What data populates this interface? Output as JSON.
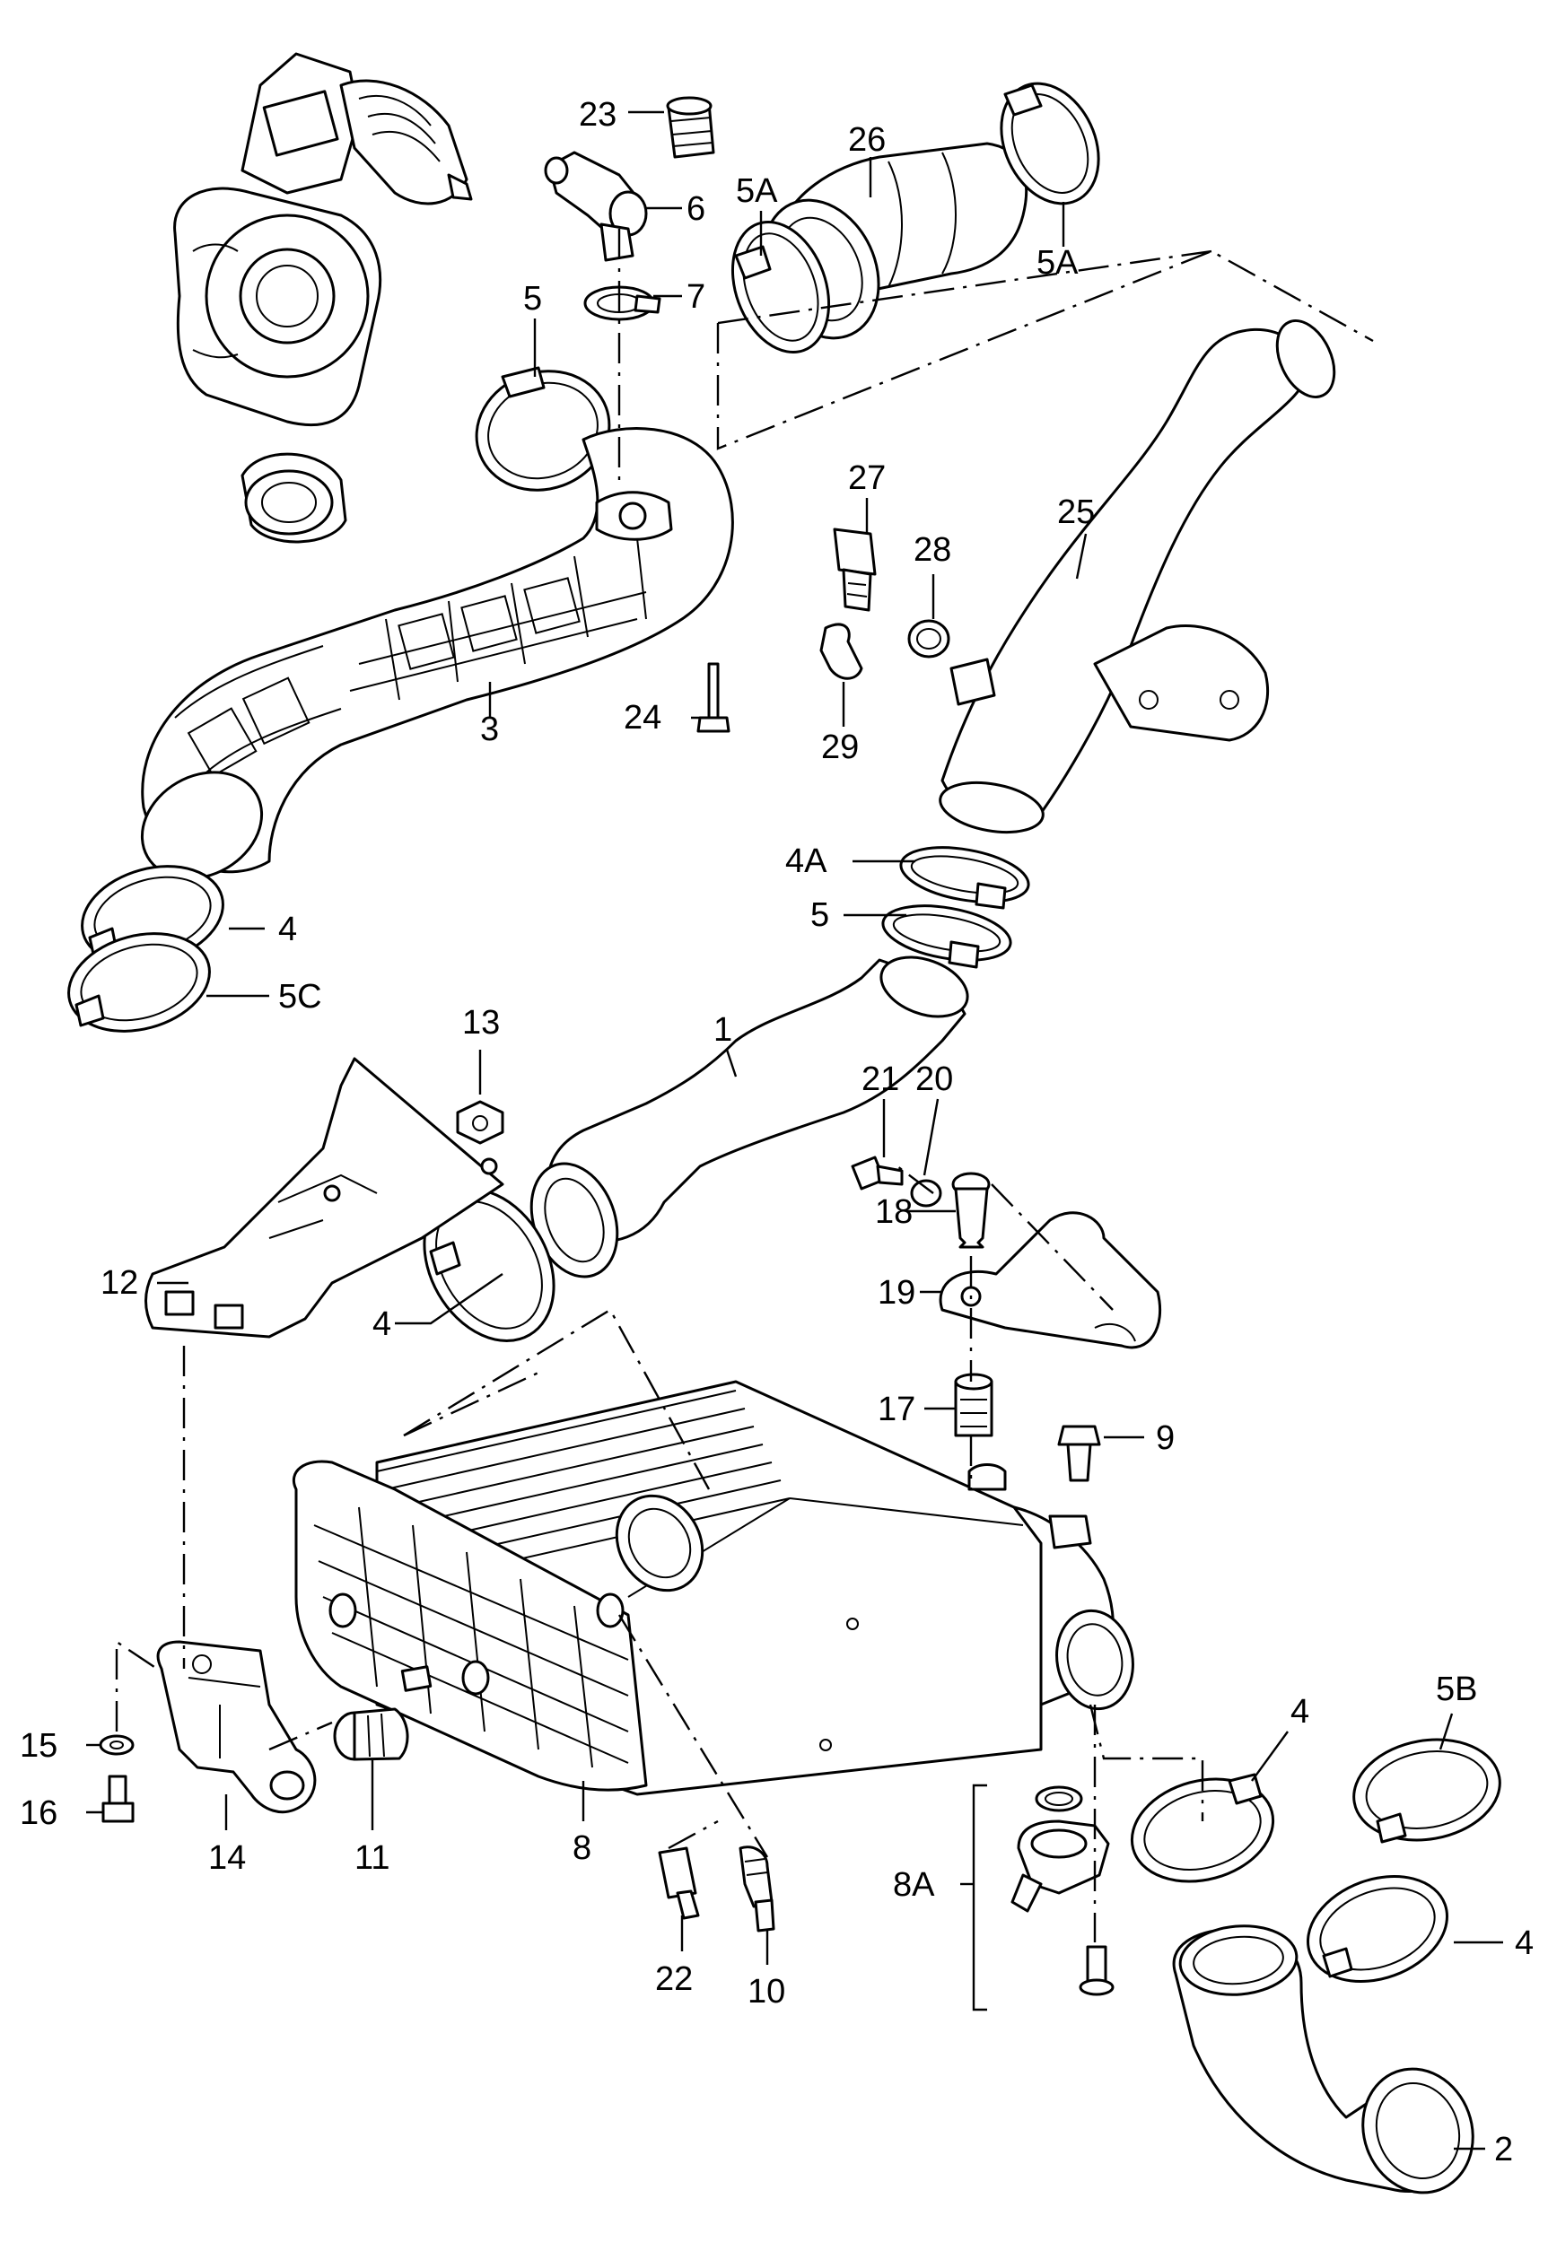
{
  "callouts": [
    {
      "id": "c23",
      "text": "23"
    },
    {
      "id": "c26",
      "text": "26"
    },
    {
      "id": "c6",
      "text": "6"
    },
    {
      "id": "c5A_top",
      "text": "5A"
    },
    {
      "id": "c5A_right",
      "text": "5A"
    },
    {
      "id": "c7",
      "text": "7"
    },
    {
      "id": "c5_top",
      "text": "5"
    },
    {
      "id": "c27",
      "text": "27"
    },
    {
      "id": "c28",
      "text": "28"
    },
    {
      "id": "c25",
      "text": "25"
    },
    {
      "id": "c24",
      "text": "24"
    },
    {
      "id": "c3",
      "text": "3"
    },
    {
      "id": "c29",
      "text": "29"
    },
    {
      "id": "c4A",
      "text": "4A"
    },
    {
      "id": "c5_mid",
      "text": "5"
    },
    {
      "id": "c4_left",
      "text": "4"
    },
    {
      "id": "c5C",
      "text": "5C"
    },
    {
      "id": "c13",
      "text": "13"
    },
    {
      "id": "c1",
      "text": "1"
    },
    {
      "id": "c21",
      "text": "21"
    },
    {
      "id": "c20",
      "text": "20"
    },
    {
      "id": "c18",
      "text": "18"
    },
    {
      "id": "c12",
      "text": "12"
    },
    {
      "id": "c19",
      "text": "19"
    },
    {
      "id": "c4_mid",
      "text": "4"
    },
    {
      "id": "c17",
      "text": "17"
    },
    {
      "id": "c9",
      "text": "9"
    },
    {
      "id": "c15",
      "text": "15"
    },
    {
      "id": "c16",
      "text": "16"
    },
    {
      "id": "c14",
      "text": "14"
    },
    {
      "id": "c11",
      "text": "11"
    },
    {
      "id": "c8",
      "text": "8"
    },
    {
      "id": "c22",
      "text": "22"
    },
    {
      "id": "c10",
      "text": "10"
    },
    {
      "id": "c8A",
      "text": "8A"
    },
    {
      "id": "c4_right",
      "text": "4"
    },
    {
      "id": "c5B",
      "text": "5B"
    },
    {
      "id": "c4_far",
      "text": "4"
    },
    {
      "id": "c2",
      "text": "2"
    }
  ]
}
